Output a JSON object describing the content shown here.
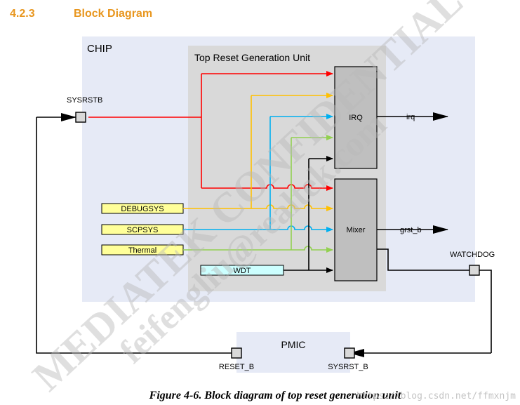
{
  "heading": {
    "number": "4.2.3",
    "title": "Block Diagram"
  },
  "chip": {
    "label": "CHIP"
  },
  "reset_unit": {
    "label": "Top Reset Generation Unit"
  },
  "blocks": {
    "irq": "IRQ",
    "mixer": "Mixer",
    "pmic": "PMIC",
    "debugsys": "DEBUGSYS",
    "scpsys": "SCPSYS",
    "thermal": "Thermal",
    "wdt": "WDT"
  },
  "ports": {
    "sysrstb": "SYSRSTB",
    "watchdog": "WATCHDOG",
    "reset_b": "RESET_B",
    "sysrst_b": "SYSRST_B"
  },
  "signals": {
    "irq": "irq",
    "grst_b": "grst_b"
  },
  "caption": "Figure 4-6. Block diagram of top reset generation unit",
  "watermark": {
    "line1": "MEDIATEK CONFIDENTIAL",
    "line2": "feifengliu@realtek.com",
    "url": "https://blog.csdn.net/ffmxnjm"
  },
  "colors": {
    "heading": "#e8961e",
    "chip_bg": "#e6eaf6",
    "unit_bg": "#d9d9d9",
    "block_fill": "#bfbfbf",
    "source_fill": "#ffff99",
    "wdt_fill": "#ccffff",
    "red": "#ff0000",
    "yellow": "#ffc000",
    "blue": "#00b0f0",
    "green": "#92d050",
    "black": "#000000"
  }
}
